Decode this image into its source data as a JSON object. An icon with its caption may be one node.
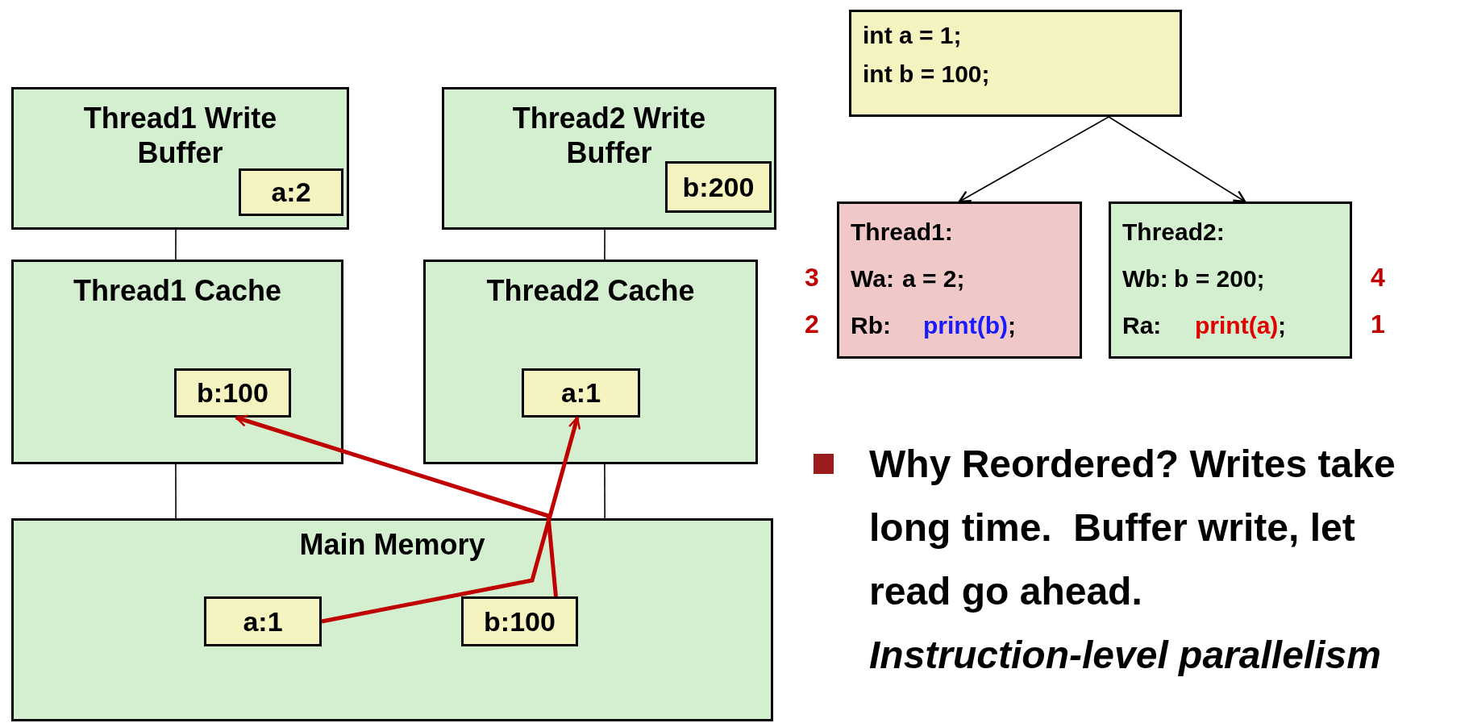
{
  "diagram": {
    "nodes": [
      {
        "text": [
          "Thread1 Write Buffer"
        ]
      },
      {
        "text": [
          "a:2"
        ],
        "in": 0
      },
      {
        "text": [
          "Thread2 Write Buffer"
        ]
      },
      {
        "text": [
          "b:200"
        ],
        "in": 2
      },
      {
        "text": [
          "Thread1 Cache"
        ]
      },
      {
        "text": [
          "b:100"
        ],
        "in": 4
      },
      {
        "text": [
          "Thread2 Cache"
        ]
      },
      {
        "text": [
          "a:1"
        ],
        "in": 6
      },
      {
        "text": [
          "Main Memory"
        ]
      },
      {
        "text": [
          "a:1"
        ],
        "in": 8
      },
      {
        "text": [
          "b:100"
        ],
        "in": 8
      },
      {
        "text": [
          "int a = 1;",
          "int b = 100;"
        ]
      },
      {
        "text": [
          "Thread1:",
          "Wa:",
          "a = 2;",
          "Rb:",
          "print(b)",
          ";"
        ],
        "beside": [
          "3",
          "2"
        ]
      },
      {
        "text": [
          "Thread2:",
          "Wb:",
          "b = 200;",
          "Ra:",
          "print(a)",
          ";"
        ],
        "beside": [
          "4",
          "1"
        ]
      }
    ],
    "edges": [
      {
        "from": 0,
        "to": 4,
        "arrow": "none"
      },
      {
        "from": 2,
        "to": 6,
        "arrow": "none"
      },
      {
        "from": 4,
        "to": 8,
        "arrow": "none"
      },
      {
        "from": 6,
        "to": 8,
        "arrow": "none"
      },
      {
        "from": 9,
        "to": 7,
        "arrow": "to",
        "style": "thick",
        "color": "#c00000"
      },
      {
        "from": 10,
        "to": 5,
        "arrow": "to",
        "style": "thick",
        "color": "#c00000"
      },
      {
        "from": 11,
        "to": 12,
        "arrow": "to"
      },
      {
        "from": 11,
        "to": 13,
        "arrow": "to"
      }
    ],
    "labels": [
      "Why Reordered? Writes take long time.  Buffer write, let read go ahead.",
      "Instruction-level parallelism"
    ]
  }
}
